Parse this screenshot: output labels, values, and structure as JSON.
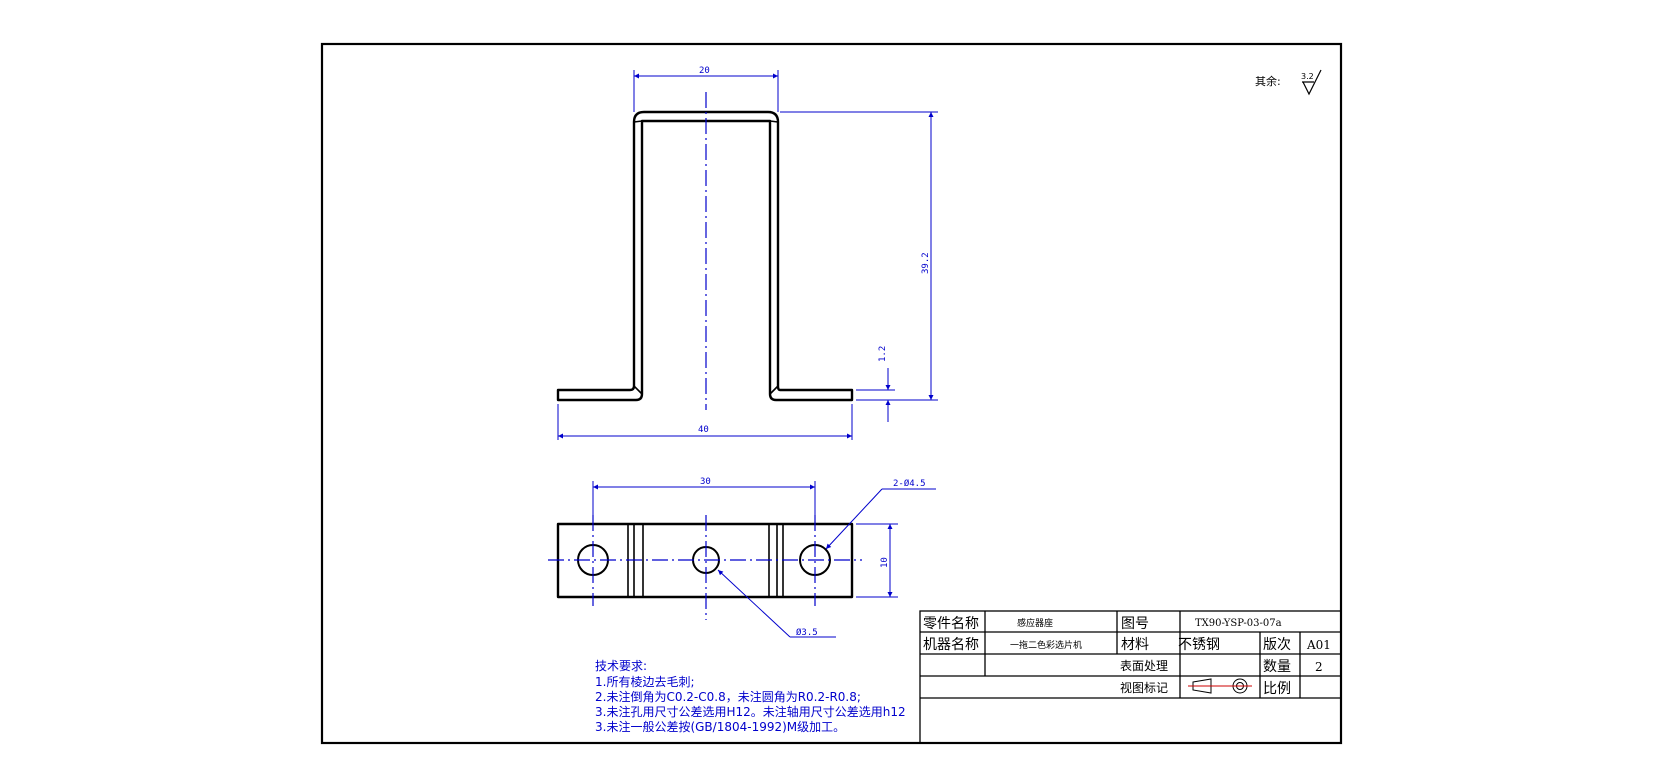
{
  "surface_mark": {
    "label": "其余:",
    "value": "3.2"
  },
  "dims": {
    "top_width": "20",
    "height": "39.2",
    "thickness": "1.2",
    "base_width": "40",
    "hole_pitch": "30",
    "holes": "2-Ø4.5",
    "center_hole": "Ø3.5",
    "depth": "10"
  },
  "notes": {
    "title": "技术要求:",
    "lines": [
      "1.所有棱边去毛刺;",
      "2.未注倒角为C0.2-C0.8，未注圆角为R0.2-R0.8;",
      "3.未注孔用尺寸公差选用H12。未注轴用尺寸公差选用h12",
      "3.未注一般公差按(GB/1804-1992)M级加工。"
    ]
  },
  "title_block": {
    "part_name_label": "零件名称",
    "part_name": "感应器座",
    "drawing_no_label": "图号",
    "drawing_no": "TX90-YSP-03-07a",
    "machine_label": "机器名称",
    "machine": "一拖二色彩选片机",
    "material_label": "材料",
    "material": "不锈钢",
    "revision_label": "版次",
    "revision": "A01",
    "surface_label": "表面处理",
    "surface": "",
    "qty_label": "数量",
    "qty": "2",
    "view_label": "视图标记",
    "scale_label": "比例",
    "scale": ""
  }
}
